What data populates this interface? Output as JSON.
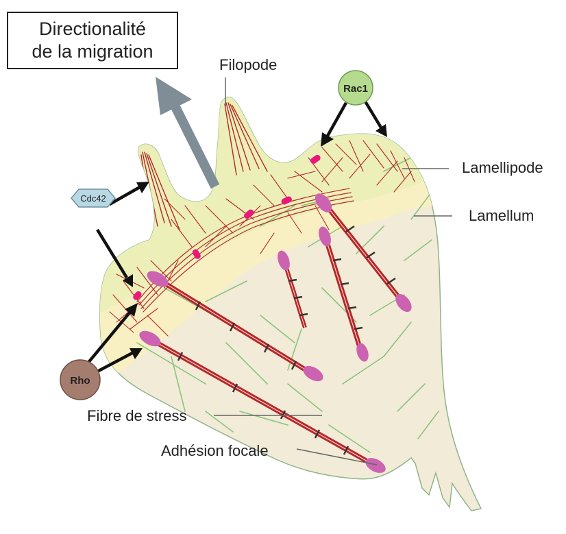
{
  "title": {
    "line1": "Directionalité",
    "line2": "de la migration"
  },
  "labels": {
    "filopode": "Filopode",
    "lamellipode": "Lamellipode",
    "lamellum": "Lamellum",
    "fibre_stress": "Fibre de stress",
    "adhesion": "Adhésion focale"
  },
  "nodes": {
    "rac1": "Rac1",
    "cdc42": "Cdc42",
    "rho": "Rho"
  },
  "colors": {
    "cell_fill": "#f1ebd8",
    "cell_stroke": "#8fb489",
    "lamellipode": "#ecefb8",
    "lamellum": "#f8f0c2",
    "actin": "#b5262a",
    "microtubule": "#8cc47c",
    "adhesion": "#cc63b1",
    "small_adhesion": "#e8197b",
    "arrow": "#7f8d97",
    "rac1_fill": "#b6db8e",
    "cdc42_fill": "#b8d8e4",
    "rho_fill": "#a57d6e"
  }
}
